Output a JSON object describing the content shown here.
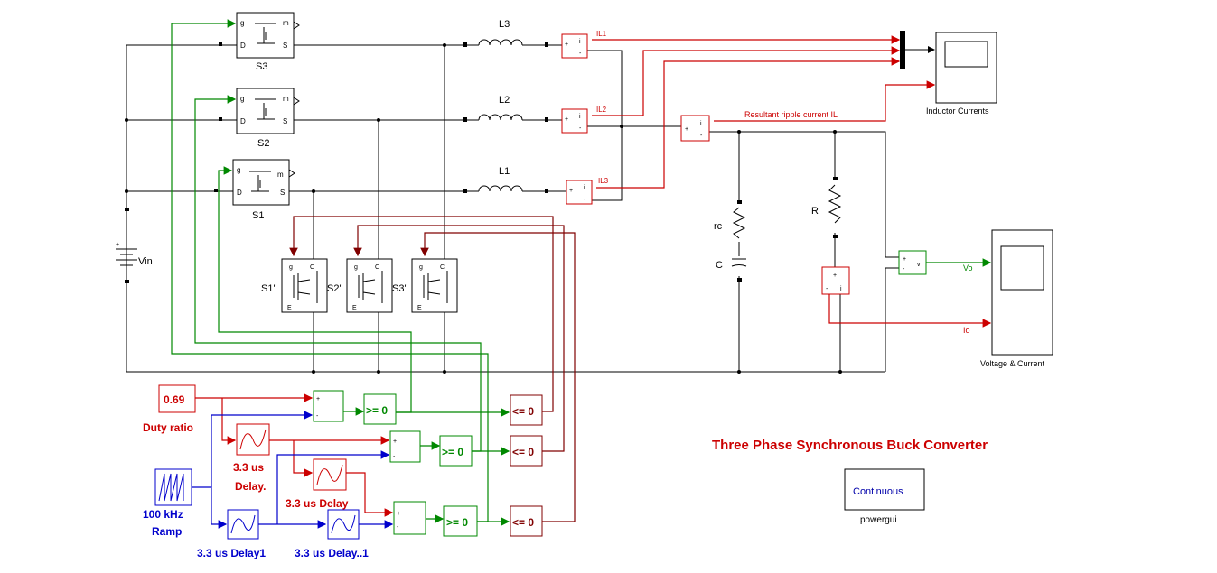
{
  "title": "Three Phase Synchronous Buck Converter",
  "colors": {
    "red": "#cc0000",
    "green": "#008800",
    "blue": "#0000cc",
    "darkred": "#800000",
    "black": "#000000"
  },
  "switches_top": [
    {
      "name": "S3",
      "ports": {
        "g": "g",
        "m": "m",
        "d": "D",
        "s": "S"
      }
    },
    {
      "name": "S2",
      "ports": {
        "g": "g",
        "m": "m",
        "d": "D",
        "s": "S"
      }
    },
    {
      "name": "S1",
      "ports": {
        "g": "g",
        "m": "m",
        "d": "D",
        "s": "S"
      }
    }
  ],
  "switches_bottom": [
    {
      "name": "S1'",
      "ports": {
        "g": "g",
        "c": "C",
        "e": "E"
      }
    },
    {
      "name": "S2'",
      "ports": {
        "g": "g",
        "c": "C",
        "e": "E"
      }
    },
    {
      "name": "S3'",
      "ports": {
        "g": "g",
        "c": "C",
        "e": "E"
      }
    }
  ],
  "inductors": [
    "L3",
    "L2",
    "L1"
  ],
  "current_meters": [
    {
      "signal": "IL1",
      "plus": "+",
      "port": "i",
      "minus": "-"
    },
    {
      "signal": "IL2",
      "plus": "+",
      "port": "i",
      "minus": "-"
    },
    {
      "signal": "IL3",
      "plus": "+",
      "port": "i",
      "minus": "-"
    }
  ],
  "ripple_meter": {
    "plus": "+",
    "port": "i",
    "minus": "-",
    "signal": "Resultant ripple current IL"
  },
  "source": {
    "name": "Vin",
    "plus": "+"
  },
  "passives": {
    "rc": "rc",
    "c": "C",
    "r": "R"
  },
  "load_current_meter": {
    "plus": "+",
    "port": "i",
    "minus": "-"
  },
  "voltage_meter": {
    "plus": "+",
    "port": "v",
    "minus": "-"
  },
  "scopes": {
    "inductor": "Inductor Currents",
    "vc": "Voltage & Current",
    "vo": "Vo",
    "io": "Io"
  },
  "control": {
    "duty_value": "0.69",
    "duty_label": "Duty ratio",
    "ramp_label": "100 kHz Ramp",
    "ramp_line1": "100 kHz",
    "ramp_line2": "Ramp",
    "delay_red1_line1": "3.3 us",
    "delay_red1_line2": "Delay.",
    "delay_red2": "3.3 us Delay",
    "delay_blue1": "3.3 us Delay1",
    "delay_blue2": "3.3 us Delay..1",
    "ge_label": ">= 0",
    "le_label": "<= 0",
    "sum_plus": "+",
    "sum_minus": "-"
  },
  "powergui": {
    "button": "Continuous",
    "label": "powergui"
  }
}
